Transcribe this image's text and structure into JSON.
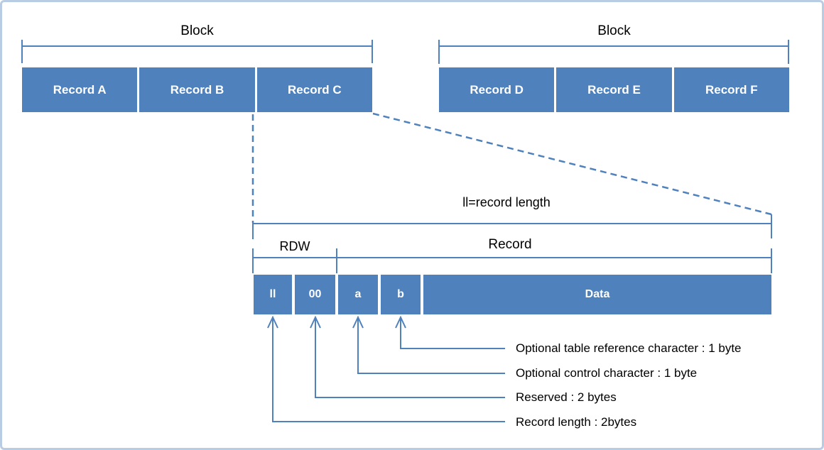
{
  "diagram": {
    "blocks": [
      {
        "label": "Block",
        "records": [
          "Record A",
          "Record B",
          "Record C"
        ]
      },
      {
        "label": "Block",
        "records": [
          "Record D",
          "Record E",
          "Record F"
        ]
      }
    ],
    "expansion": {
      "record_length_label": "ll=record length",
      "rdw_label": "RDW",
      "record_label": "Record",
      "fields": [
        "ll",
        "00",
        "a",
        "b",
        "Data"
      ]
    },
    "annotations": [
      "Optional table reference character : 1 byte",
      "Optional control character : 1 byte",
      "Reserved : 2 bytes",
      "Record length : 2bytes"
    ],
    "colors": {
      "box_fill": "#4f81bd",
      "line": "#4f81bd",
      "frame_border": "#b8cce4",
      "box_text": "#ffffff",
      "label_text": "#000000"
    }
  }
}
